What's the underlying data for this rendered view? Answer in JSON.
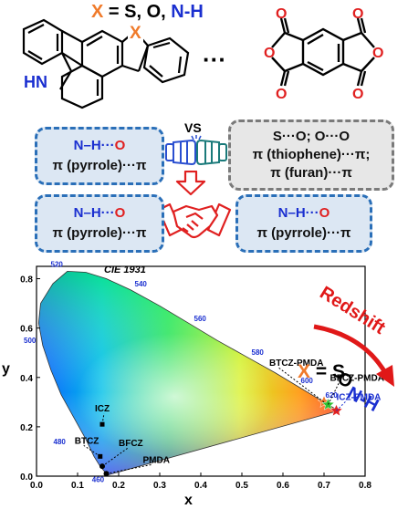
{
  "top": {
    "x_label": "X",
    "eq": " = ",
    "s": "S, ",
    "o": "O, ",
    "nh": "N-H",
    "hn": "HN",
    "x_atom": "X",
    "ellipsis": "···"
  },
  "boxes": {
    "left_top": {
      "nh": "N–H···",
      "o": "O",
      "line2": "π (pyrrole)···π"
    },
    "vs": "VS",
    "right_top": {
      "line1": "S···O; O···O",
      "line2": "π (thiophene)···π;",
      "line3": "π (furan)···π"
    },
    "left_bottom": {
      "nh": "N–H···",
      "o": "O",
      "line2": "π (pyrrole)···π"
    },
    "right_bottom": {
      "nh": "N–H···",
      "o": "O",
      "line2": "π (pyrrole)···π"
    }
  },
  "colors": {
    "x_orange": "#f07a2a",
    "nh_blue": "#1a2fd0",
    "o_red": "#e02020",
    "box_blue": "#2a6fb8",
    "redshift_red": "#e01818"
  },
  "chart_data": {
    "type": "scatter",
    "title": "CIE 1931",
    "xlabel": "x",
    "ylabel": "y",
    "xlim": [
      0.0,
      0.8
    ],
    "ylim": [
      0.0,
      0.85
    ],
    "xticks": [
      "0.0",
      "0.1",
      "0.2",
      "0.3",
      "0.4",
      "0.5",
      "0.6",
      "0.7",
      "0.8"
    ],
    "yticks": [
      "0.0",
      "0.2",
      "0.4",
      "0.6",
      "0.8"
    ],
    "wavelength_labels": [
      "460",
      "480",
      "500",
      "520",
      "540",
      "560",
      "580",
      "600",
      "620"
    ],
    "points": [
      {
        "name": "ICZ",
        "x": 0.16,
        "y": 0.21
      },
      {
        "name": "BTCZ",
        "x": 0.155,
        "y": 0.08
      },
      {
        "name": "BFCZ",
        "x": 0.16,
        "y": 0.04
      },
      {
        "name": "PMDA",
        "x": 0.17,
        "y": 0.01
      },
      {
        "name": "BTCZ-PMDA",
        "x": 0.7,
        "y": 0.3
      },
      {
        "name": "BFCZ-PMDA",
        "x": 0.71,
        "y": 0.29
      },
      {
        "name": "ICZ-PMDA",
        "x": 0.73,
        "y": 0.265
      }
    ],
    "annotation": {
      "redshift": "Redshift",
      "x": "X",
      "eq": " = ",
      "s": "S",
      "o": "O",
      "nh": "N-H"
    }
  }
}
